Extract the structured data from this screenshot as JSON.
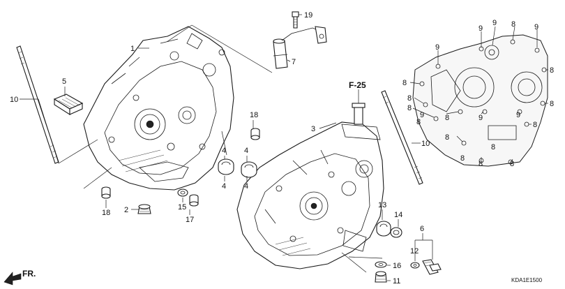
{
  "figure": {
    "section_ref": "F-25",
    "diagram_code": "KDA1E1500",
    "direction_label": "FR."
  },
  "callouts": [
    {
      "id": "c1",
      "text": "1"
    },
    {
      "id": "c2",
      "text": "2"
    },
    {
      "id": "c3",
      "text": "3"
    },
    {
      "id": "c4a",
      "text": "4"
    },
    {
      "id": "c4b",
      "text": "4"
    },
    {
      "id": "c4c",
      "text": "4"
    },
    {
      "id": "c4d",
      "text": "4"
    },
    {
      "id": "c5",
      "text": "5"
    },
    {
      "id": "c6",
      "text": "6"
    },
    {
      "id": "c7",
      "text": "7"
    },
    {
      "id": "c10a",
      "text": "10"
    },
    {
      "id": "c10b",
      "text": "10"
    },
    {
      "id": "c11",
      "text": "11"
    },
    {
      "id": "c12",
      "text": "12"
    },
    {
      "id": "c13",
      "text": "13"
    },
    {
      "id": "c14",
      "text": "14"
    },
    {
      "id": "c15",
      "text": "15"
    },
    {
      "id": "c16",
      "text": "16"
    },
    {
      "id": "c17",
      "text": "17"
    },
    {
      "id": "c18a",
      "text": "18"
    },
    {
      "id": "c18b",
      "text": "18"
    },
    {
      "id": "c19",
      "text": "19"
    }
  ],
  "bolt_callouts": [
    {
      "text": "9"
    },
    {
      "text": "9"
    },
    {
      "text": "8"
    },
    {
      "text": "9"
    },
    {
      "text": "9"
    },
    {
      "text": "8"
    },
    {
      "text": "8"
    },
    {
      "text": "8"
    },
    {
      "text": "8"
    },
    {
      "text": "8"
    },
    {
      "text": "9"
    },
    {
      "text": "8"
    },
    {
      "text": "9"
    },
    {
      "text": "9"
    },
    {
      "text": "8"
    },
    {
      "text": "8"
    },
    {
      "text": "8"
    },
    {
      "text": "8"
    },
    {
      "text": "8"
    },
    {
      "text": "8"
    },
    {
      "text": "8"
    }
  ]
}
